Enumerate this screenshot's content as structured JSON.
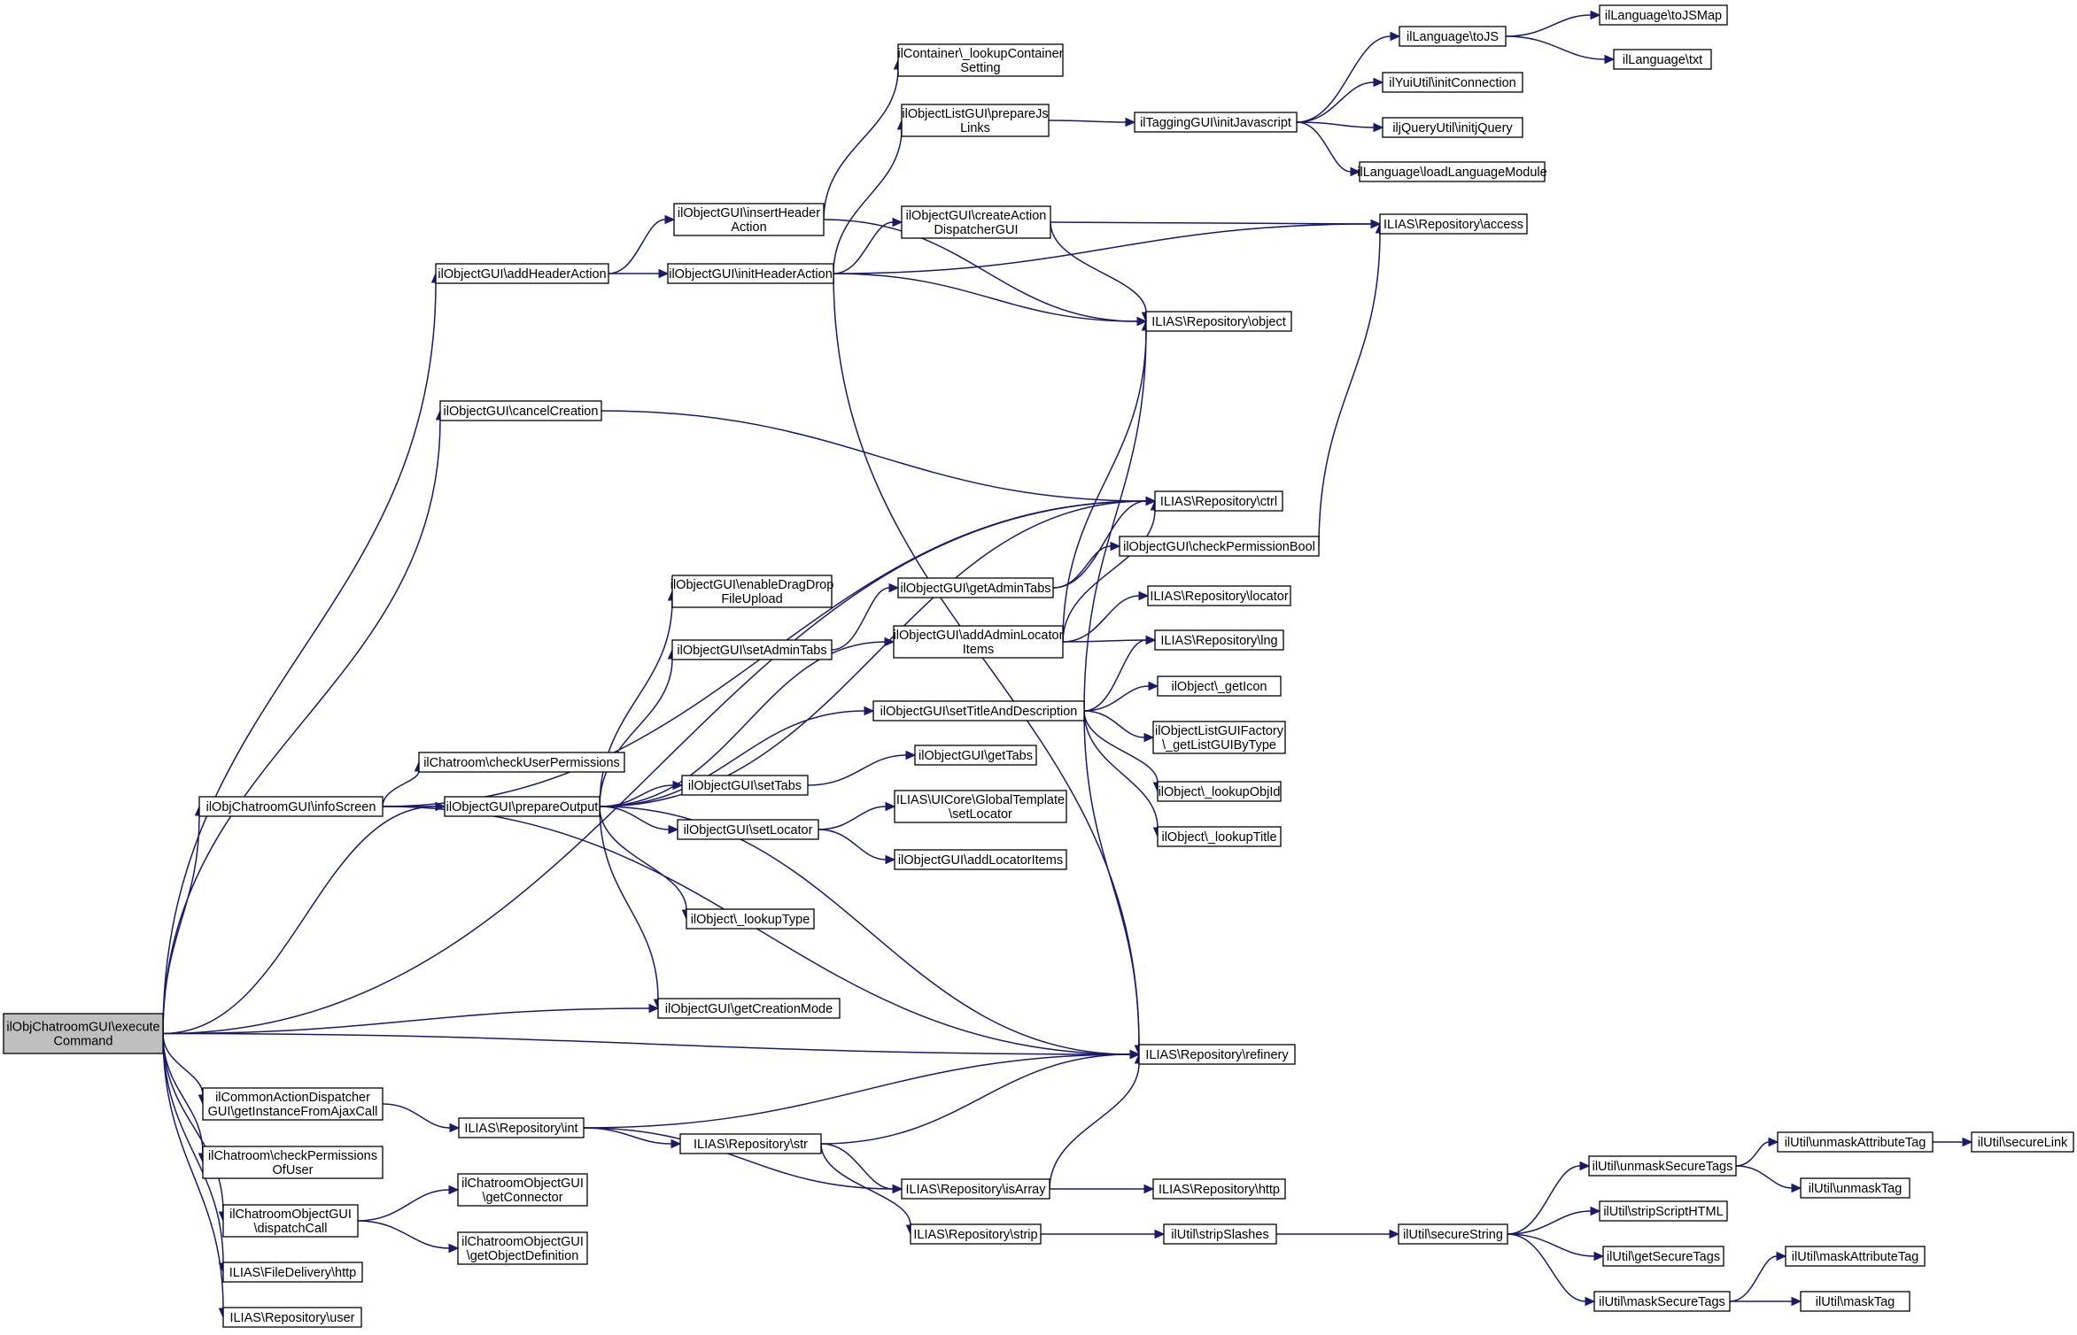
{
  "colors": {
    "edge": "#191970",
    "root_fill": "#bfbfbf",
    "node_fill": "#ffffff",
    "node_border": "#000000"
  },
  "nodes": {
    "root": [
      "ilObjChatroomGUI\\execute",
      "Command"
    ],
    "addHeaderAction": [
      "ilObjectGUI\\addHeaderAction"
    ],
    "cancelCreation": [
      "ilObjectGUI\\cancelCreation"
    ],
    "infoScreen": [
      "ilObjChatroomGUI\\infoScreen"
    ],
    "checkUserPermissions": [
      "ilChatroom\\checkUserPermissions"
    ],
    "prepareOutput": [
      "ilObjectGUI\\prepareOutput"
    ],
    "getCreationMode": [
      "ilObjectGUI\\getCreationMode"
    ],
    "getInstanceFromAjaxCall": [
      "ilCommonActionDispatcher",
      "GUI\\getInstanceFromAjaxCall"
    ],
    "checkPermissionsOfUser": [
      "ilChatroom\\checkPermissions",
      "OfUser"
    ],
    "dispatchCall": [
      "ilChatroomObjectGUI",
      "\\dispatchCall"
    ],
    "fdHttp": [
      "ILIAS\\FileDelivery\\http"
    ],
    "repoUser": [
      "ILIAS\\Repository\\user"
    ],
    "insertHeaderAction": [
      "ilObjectGUI\\insertHeader",
      "Action"
    ],
    "initHeaderAction": [
      "ilObjectGUI\\initHeaderAction"
    ],
    "lookupContainerSetting": [
      "ilContainer\\_lookupContainer",
      "Setting"
    ],
    "prepareJsLinks": [
      "ilObjectListGUI\\prepareJs",
      "Links"
    ],
    "createActionDispatcherGUI": [
      "ilObjectGUI\\createAction",
      "DispatcherGUI"
    ],
    "taggingInitJavascript": [
      "ilTaggingGUI\\initJavascript"
    ],
    "langToJS": [
      "ilLanguage\\toJS"
    ],
    "langToJSMap": [
      "ilLanguage\\toJSMap"
    ],
    "langTxt": [
      "ilLanguage\\txt"
    ],
    "yuiInitConnection": [
      "ilYuiUtil\\initConnection"
    ],
    "jqueryInit": [
      "iljQueryUtil\\initjQuery"
    ],
    "loadLanguageModule": [
      "ilLanguage\\loadLanguageModule"
    ],
    "repoAccess": [
      "ILIAS\\Repository\\access"
    ],
    "repoObject": [
      "ILIAS\\Repository\\object"
    ],
    "repoCtrl": [
      "ILIAS\\Repository\\ctrl"
    ],
    "checkPermissionBool": [
      "ilObjectGUI\\checkPermissionBool"
    ],
    "enableDragDropFileUpload": [
      "ilObjectGUI\\enableDragDrop",
      "FileUpload"
    ],
    "getAdminTabs": [
      "ilObjectGUI\\getAdminTabs"
    ],
    "setAdminTabs": [
      "ilObjectGUI\\setAdminTabs"
    ],
    "addAdminLocatorItems": [
      "ilObjectGUI\\addAdminLocator",
      "Items"
    ],
    "repoLocator": [
      "ILIAS\\Repository\\locator"
    ],
    "repoLng": [
      "ILIAS\\Repository\\lng"
    ],
    "setTitleAndDescription": [
      "ilObjectGUI\\setTitleAndDescription"
    ],
    "getIcon": [
      "ilObject\\_getIcon"
    ],
    "getListGUIByType": [
      "ilObjectListGUIFactory",
      "\\_getListGUIByType"
    ],
    "lookupObjId": [
      "ilObject\\_lookupObjId"
    ],
    "lookupTitle": [
      "ilObject\\_lookupTitle"
    ],
    "getTabs": [
      "ilObjectGUI\\getTabs"
    ],
    "setTabs": [
      "ilObjectGUI\\setTabs"
    ],
    "globalTemplateSetLocator": [
      "ILIAS\\UICore\\GlobalTemplate",
      "\\setLocator"
    ],
    "setLocator": [
      "ilObjectGUI\\setLocator"
    ],
    "addLocatorItems": [
      "ilObjectGUI\\addLocatorItems"
    ],
    "lookupType": [
      "ilObject\\_lookupType"
    ],
    "repoRefinery": [
      "ILIAS\\Repository\\refinery"
    ],
    "repoInt": [
      "ILIAS\\Repository\\int"
    ],
    "repoStr": [
      "ILIAS\\Repository\\str"
    ],
    "repoIsArray": [
      "ILIAS\\Repository\\isArray"
    ],
    "repoHttp": [
      "ILIAS\\Repository\\http"
    ],
    "repoStrip": [
      "ILIAS\\Repository\\strip"
    ],
    "stripSlashes": [
      "ilUtil\\stripSlashes"
    ],
    "secureString": [
      "ilUtil\\secureString"
    ],
    "getConnector": [
      "ilChatroomObjectGUI",
      "\\getConnector"
    ],
    "getObjectDefinition": [
      "ilChatroomObjectGUI",
      "\\getObjectDefinition"
    ],
    "unmaskSecureTags": [
      "ilUtil\\unmaskSecureTags"
    ],
    "unmaskAttributeTag": [
      "ilUtil\\unmaskAttributeTag"
    ],
    "secureLink": [
      "ilUtil\\secureLink"
    ],
    "unmaskTag": [
      "ilUtil\\unmaskTag"
    ],
    "stripScriptHTML": [
      "ilUtil\\stripScriptHTML"
    ],
    "getSecureTags": [
      "ilUtil\\getSecureTags"
    ],
    "maskSecureTags": [
      "ilUtil\\maskSecureTags"
    ],
    "maskAttributeTag": [
      "ilUtil\\maskAttributeTag"
    ],
    "maskTag": [
      "ilUtil\\maskTag"
    ]
  },
  "edges": [
    [
      "root",
      "addHeaderAction"
    ],
    [
      "root",
      "cancelCreation"
    ],
    [
      "root",
      "repoCtrl"
    ],
    [
      "root",
      "infoScreen"
    ],
    [
      "root",
      "prepareOutput"
    ],
    [
      "root",
      "getCreationMode"
    ],
    [
      "root",
      "repoRefinery"
    ],
    [
      "root",
      "getInstanceFromAjaxCall"
    ],
    [
      "root",
      "checkPermissionsOfUser"
    ],
    [
      "root",
      "dispatchCall"
    ],
    [
      "root",
      "fdHttp"
    ],
    [
      "root",
      "repoUser"
    ],
    [
      "addHeaderAction",
      "insertHeaderAction"
    ],
    [
      "addHeaderAction",
      "initHeaderAction"
    ],
    [
      "insertHeaderAction",
      "lookupContainerSetting"
    ],
    [
      "insertHeaderAction",
      "repoObject"
    ],
    [
      "initHeaderAction",
      "prepareJsLinks"
    ],
    [
      "initHeaderAction",
      "createActionDispatcherGUI"
    ],
    [
      "initHeaderAction",
      "repoAccess"
    ],
    [
      "initHeaderAction",
      "repoObject"
    ],
    [
      "initHeaderAction",
      "repoRefinery"
    ],
    [
      "prepareJsLinks",
      "taggingInitJavascript"
    ],
    [
      "taggingInitJavascript",
      "langToJS"
    ],
    [
      "taggingInitJavascript",
      "yuiInitConnection"
    ],
    [
      "taggingInitJavascript",
      "jqueryInit"
    ],
    [
      "taggingInitJavascript",
      "loadLanguageModule"
    ],
    [
      "langToJS",
      "langToJSMap"
    ],
    [
      "langToJS",
      "langTxt"
    ],
    [
      "createActionDispatcherGUI",
      "repoAccess"
    ],
    [
      "createActionDispatcherGUI",
      "repoObject"
    ],
    [
      "cancelCreation",
      "repoCtrl"
    ],
    [
      "infoScreen",
      "repoCtrl"
    ],
    [
      "infoScreen",
      "checkUserPermissions"
    ],
    [
      "infoScreen",
      "prepareOutput"
    ],
    [
      "infoScreen",
      "repoRefinery"
    ],
    [
      "prepareOutput",
      "repoCtrl"
    ],
    [
      "prepareOutput",
      "enableDragDropFileUpload"
    ],
    [
      "prepareOutput",
      "setAdminTabs"
    ],
    [
      "prepareOutput",
      "addAdminLocatorItems"
    ],
    [
      "prepareOutput",
      "setTitleAndDescription"
    ],
    [
      "prepareOutput",
      "setTabs"
    ],
    [
      "prepareOutput",
      "setLocator"
    ],
    [
      "prepareOutput",
      "lookupType"
    ],
    [
      "prepareOutput",
      "getCreationMode"
    ],
    [
      "prepareOutput",
      "repoRefinery"
    ],
    [
      "setAdminTabs",
      "getAdminTabs"
    ],
    [
      "getAdminTabs",
      "repoCtrl"
    ],
    [
      "getAdminTabs",
      "checkPermissionBool"
    ],
    [
      "checkPermissionBool",
      "repoAccess"
    ],
    [
      "addAdminLocatorItems",
      "repoCtrl"
    ],
    [
      "addAdminLocatorItems",
      "repoObject"
    ],
    [
      "addAdminLocatorItems",
      "repoLocator"
    ],
    [
      "addAdminLocatorItems",
      "repoLng"
    ],
    [
      "setTitleAndDescription",
      "repoObject"
    ],
    [
      "setTitleAndDescription",
      "repoLng"
    ],
    [
      "setTitleAndDescription",
      "getIcon"
    ],
    [
      "setTitleAndDescription",
      "getListGUIByType"
    ],
    [
      "setTitleAndDescription",
      "lookupObjId"
    ],
    [
      "setTitleAndDescription",
      "lookupTitle"
    ],
    [
      "setTitleAndDescription",
      "repoRefinery"
    ],
    [
      "setTabs",
      "getTabs"
    ],
    [
      "setLocator",
      "globalTemplateSetLocator"
    ],
    [
      "setLocator",
      "addLocatorItems"
    ],
    [
      "getInstanceFromAjaxCall",
      "repoInt"
    ],
    [
      "repoInt",
      "repoRefinery"
    ],
    [
      "repoInt",
      "repoStr"
    ],
    [
      "repoInt",
      "repoIsArray"
    ],
    [
      "repoStr",
      "repoRefinery"
    ],
    [
      "repoStr",
      "repoIsArray"
    ],
    [
      "repoStr",
      "repoStrip"
    ],
    [
      "repoIsArray",
      "repoRefinery"
    ],
    [
      "repoIsArray",
      "repoHttp"
    ],
    [
      "repoStrip",
      "stripSlashes"
    ],
    [
      "stripSlashes",
      "secureString"
    ],
    [
      "secureString",
      "unmaskSecureTags"
    ],
    [
      "secureString",
      "stripScriptHTML"
    ],
    [
      "secureString",
      "getSecureTags"
    ],
    [
      "secureString",
      "maskSecureTags"
    ],
    [
      "unmaskSecureTags",
      "unmaskAttributeTag"
    ],
    [
      "unmaskSecureTags",
      "unmaskTag"
    ],
    [
      "unmaskAttributeTag",
      "secureLink"
    ],
    [
      "maskSecureTags",
      "maskAttributeTag"
    ],
    [
      "maskSecureTags",
      "maskTag"
    ],
    [
      "dispatchCall",
      "getConnector"
    ],
    [
      "dispatchCall",
      "getObjectDefinition"
    ]
  ]
}
